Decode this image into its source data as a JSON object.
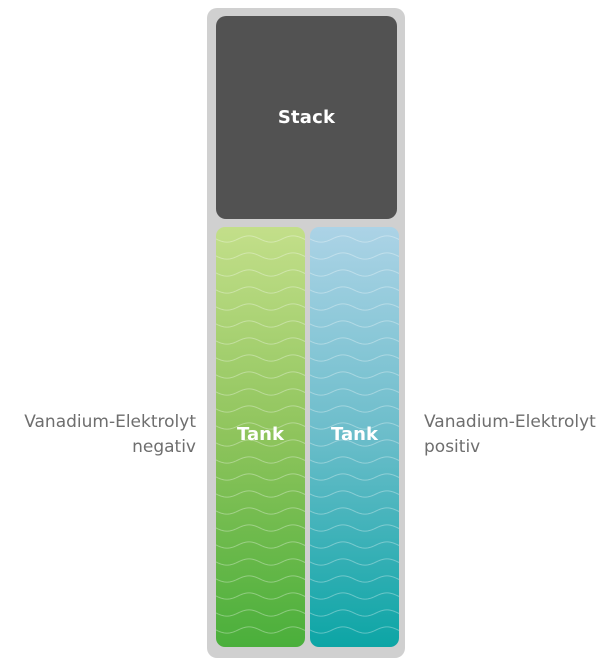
{
  "diagram": {
    "stack_label": "Stack",
    "tank_negative_label": "Tank",
    "tank_positive_label": "Tank",
    "left_label_line1": "Vanadium-Elektrolyt",
    "left_label_line2": "negativ",
    "right_label_line1": "Vanadium-Elektrolyt",
    "right_label_line2": "positiv"
  },
  "colors": {
    "frame": "#d0d0d0",
    "stack": "#525252",
    "tank_negative_top": "#c3df8a",
    "tank_negative_bottom": "#4aaf3b",
    "tank_positive_top": "#acd3e6",
    "tank_positive_bottom": "#0ca5a5",
    "label_text": "#6e6e6e"
  }
}
